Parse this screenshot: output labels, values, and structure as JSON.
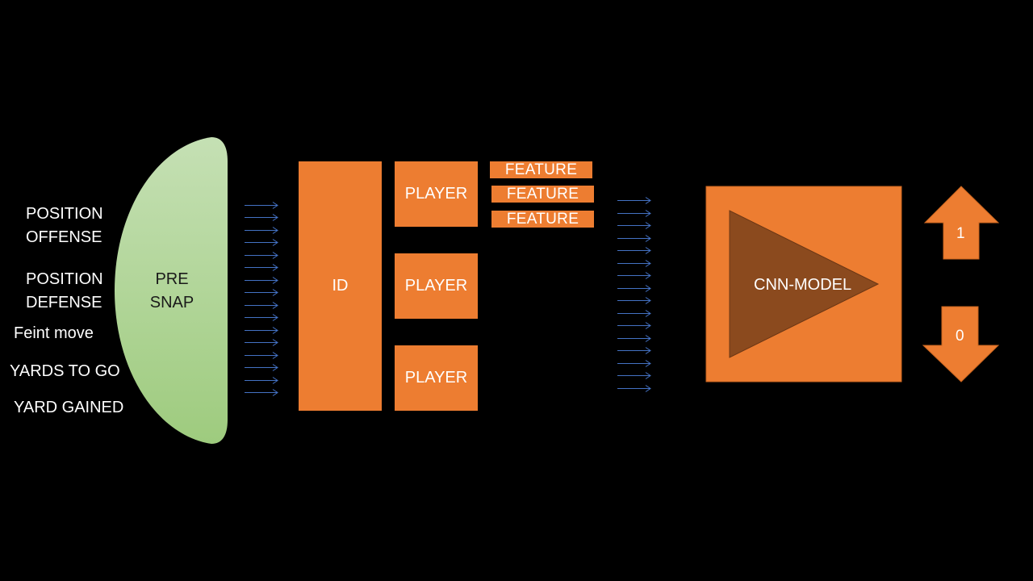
{
  "inputs": {
    "position_offense": [
      "POSITION",
      "OFFENSE"
    ],
    "position_defense": [
      "POSITION",
      "DEFENSE"
    ],
    "feint_move": "Feint move",
    "yards_to_go": "YARDS TO GO",
    "yard_gained": "YARD GAINED"
  },
  "presnap": {
    "line1": "PRE",
    "line2": "SNAP"
  },
  "id_label": "ID",
  "players": [
    "PLAYER",
    "PLAYER",
    "PLAYER"
  ],
  "features": [
    "FEATURE",
    "FEATURE",
    "FEATURE"
  ],
  "model_label": "CNN-MODEL",
  "outputs": {
    "up": "1",
    "down": "0"
  },
  "colors": {
    "orange": "#ED7D31",
    "dark_orange": "#8B4A1E",
    "green_top": "#C5E0B4",
    "green_bottom": "#A9D18E",
    "arrow_blue": "#4472C4",
    "background": "#000000"
  }
}
